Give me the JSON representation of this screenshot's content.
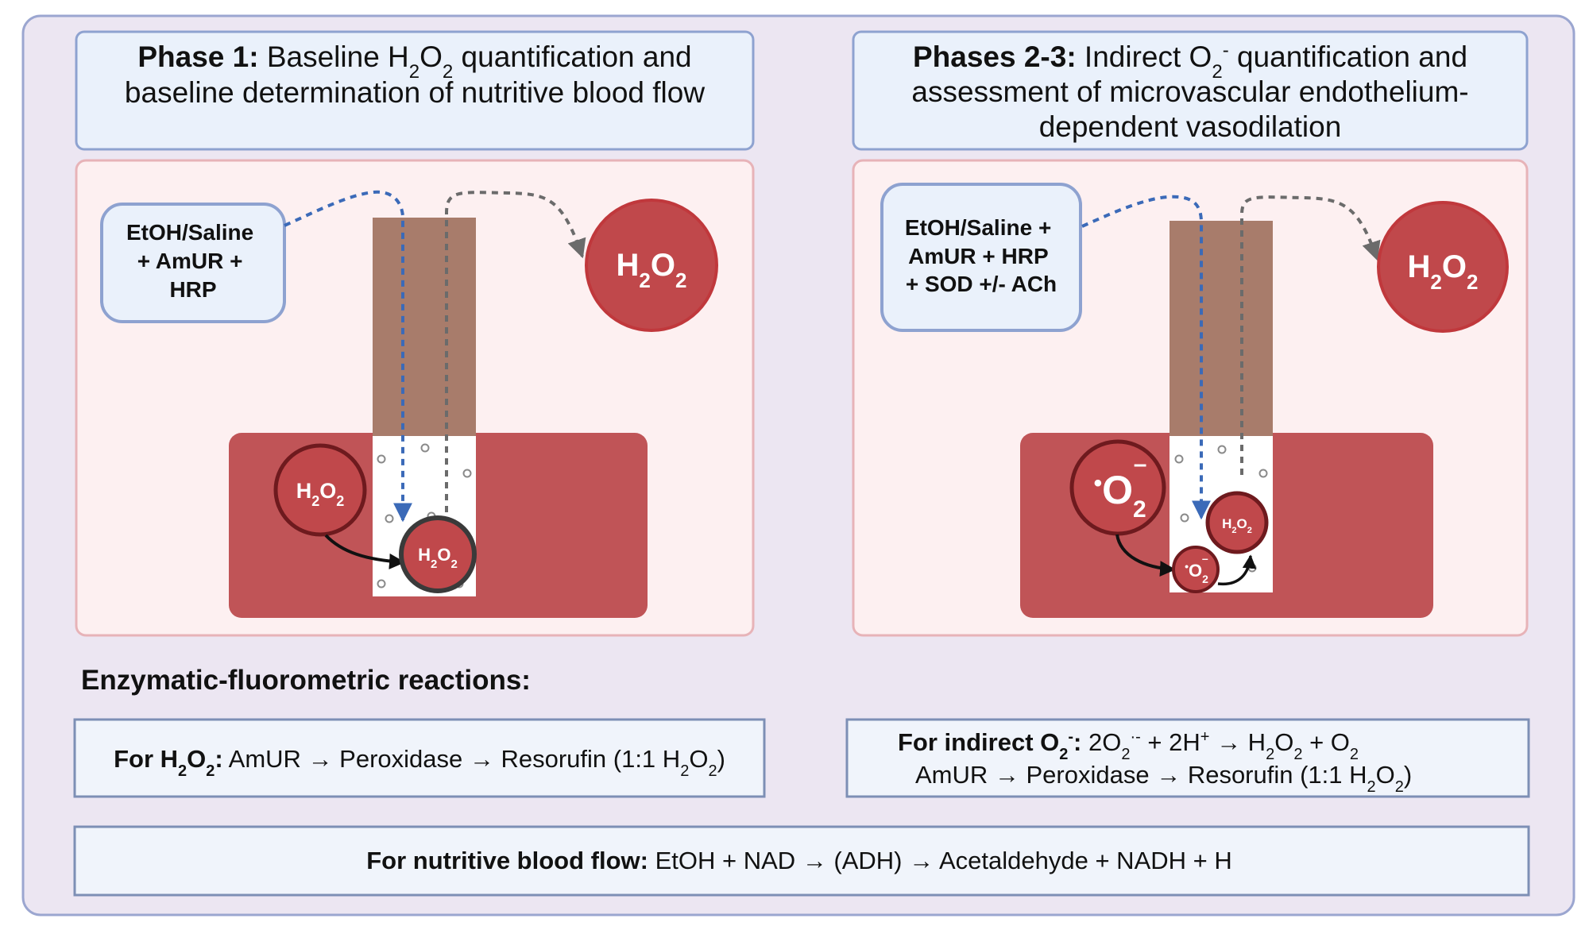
{
  "phase1": {
    "title_bold": "Phase 1:",
    "title_l1_pre": " Baseline H",
    "sub_2": "2",
    "title_l1_mid": "O",
    "title_l1_post": " quantification and",
    "title_l2": "baseline determination of nutritive blood flow",
    "reagent_lines": [
      "EtOH/Saline",
      "+ AmUR +",
      "HRP"
    ]
  },
  "phase23": {
    "title_bold": "Phases 2-3:",
    "title_l1_pre": " Indirect O",
    "sub_2": "2",
    "sup_minus": "-",
    "title_l1_post": " quantification and",
    "title_l2": "assessment of microvascular endothelium-",
    "title_l3": "dependent vasodilation",
    "reagent_lines": [
      "EtOH/Saline +",
      "AmUR + HRP",
      "+ SOD +/- ACh"
    ]
  },
  "molecules": {
    "h": "H",
    "o": "O",
    "sub": "2",
    "radical_dot": "•",
    "minus": "–"
  },
  "reactions": {
    "heading": "Enzymatic-fluorometric reactions:",
    "h2o2_bold_pre": "For H",
    "h2o2_bold_mid": "O",
    "colon": ":",
    "sub_2": "2",
    "h2o2_body_pre": " AmUR → Peroxidase → Resorufin (1:1 H",
    "o_letter": "O",
    "close_paren": ")",
    "o2_bold_pre": "For indirect O",
    "sup_rad": "·-",
    "o2_sup_minus": "-",
    "o2_line1_pre": " 2O",
    "o2_line1_mid": " + 2H",
    "sup_plus": "+",
    "o2_line1_arrow": " → H",
    "o2_line1_plus": " + O",
    "o2_line2_pre": "AmUR → Peroxidase → Resorufin (1:1 H",
    "flow_bold": "For nutritive blood flow:",
    "flow_body": " EtOH + NAD → (ADH) → Acetaldehyde + NADH + H"
  },
  "colors": {
    "outer_bg": "#ece6f2",
    "outer_border": "#9ba6d0",
    "header_bg": "#eaf1fb",
    "header_border": "#8ea2d0",
    "panel_bg": "#fdf0f1",
    "panel_border": "#e7b3b8",
    "tissue": "#c05457",
    "probe": "#a87c6b",
    "molecule_fill": "#c0484b",
    "molecule_stroke": "#7c1c20",
    "molecule_stroke_light": "#d24a4e",
    "blue_dash": "#3b6ab8",
    "grey_dash": "#6b6b6b"
  }
}
